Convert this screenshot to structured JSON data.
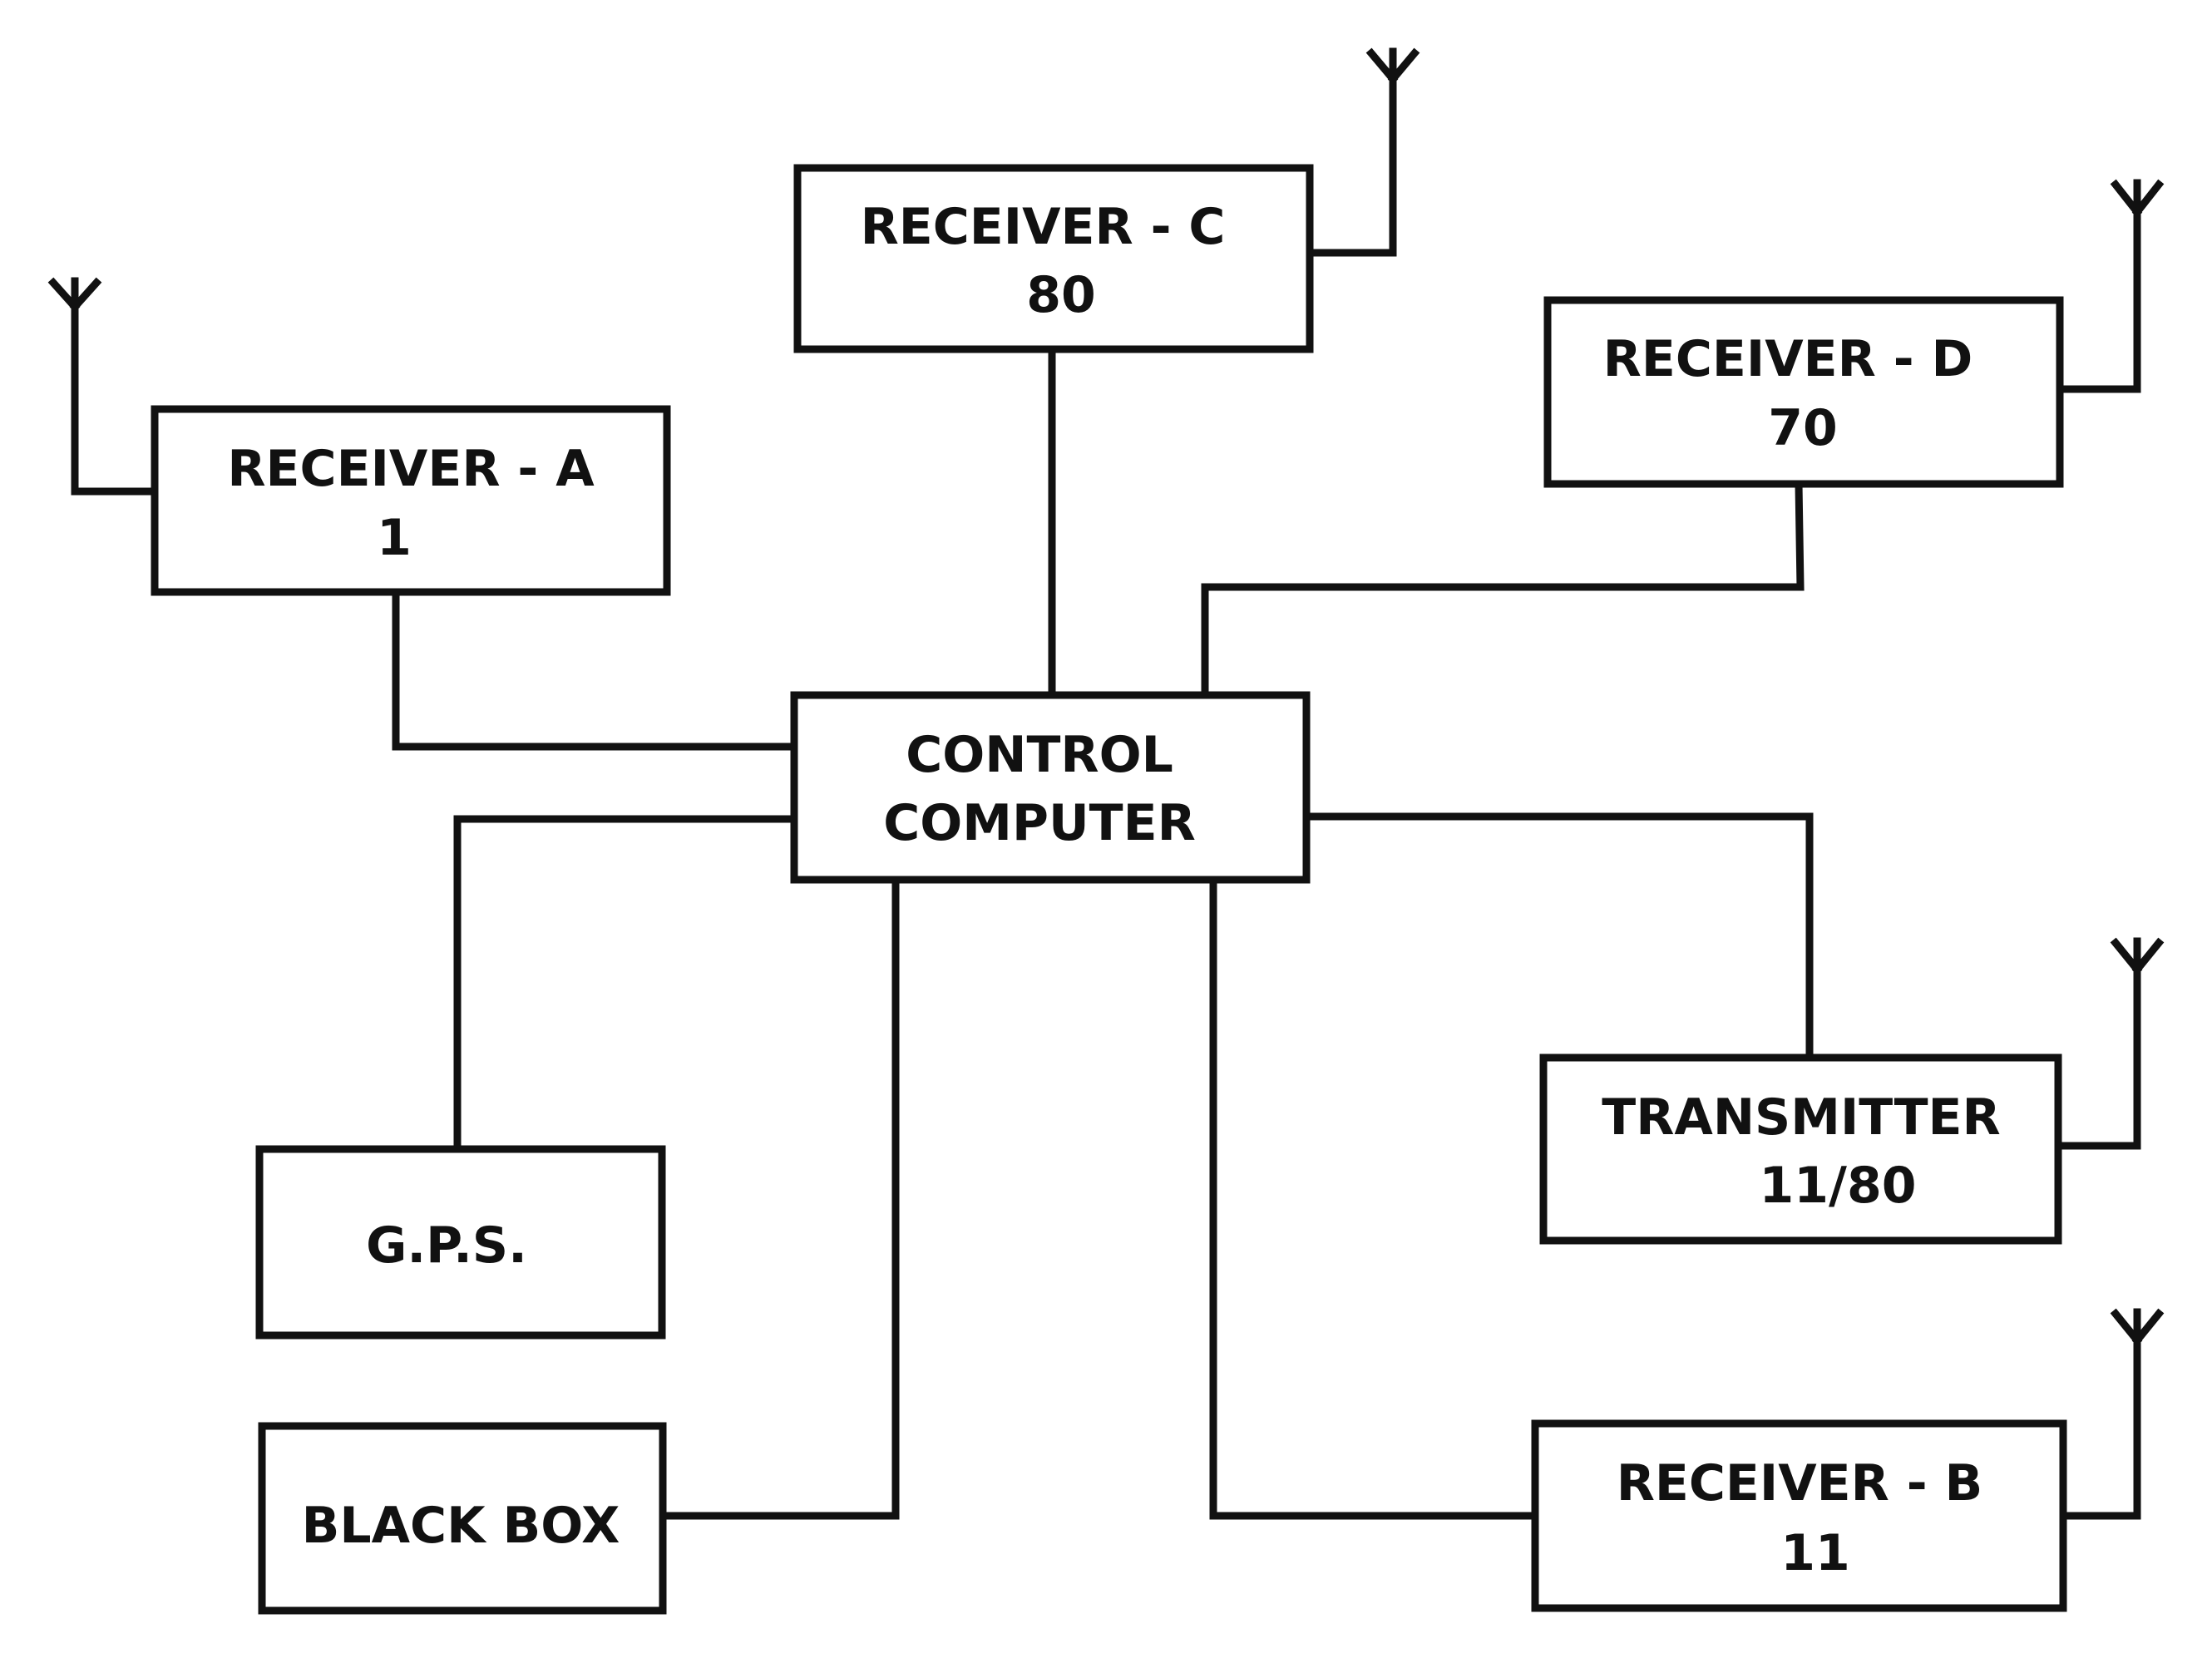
{
  "diagram": {
    "blocks": {
      "receiver_a": {
        "line1": "RECEIVER - A",
        "line2": "1"
      },
      "receiver_c": {
        "line1": "RECEIVER - C",
        "line2": "80"
      },
      "receiver_d": {
        "line1": "RECEIVER - D",
        "line2": "70"
      },
      "control_computer": {
        "line1": "CONTROL",
        "line2": "COMPUTER"
      },
      "gps": {
        "line1": "G.P.S."
      },
      "black_box": {
        "line1": "BLACK BOX"
      },
      "transmitter": {
        "line1": "TRANSMITTER",
        "line2": "11/80"
      },
      "receiver_b": {
        "line1": "RECEIVER - B",
        "line2": "11"
      }
    },
    "colors": {
      "line": "#111111",
      "background": "#ffffff"
    }
  }
}
